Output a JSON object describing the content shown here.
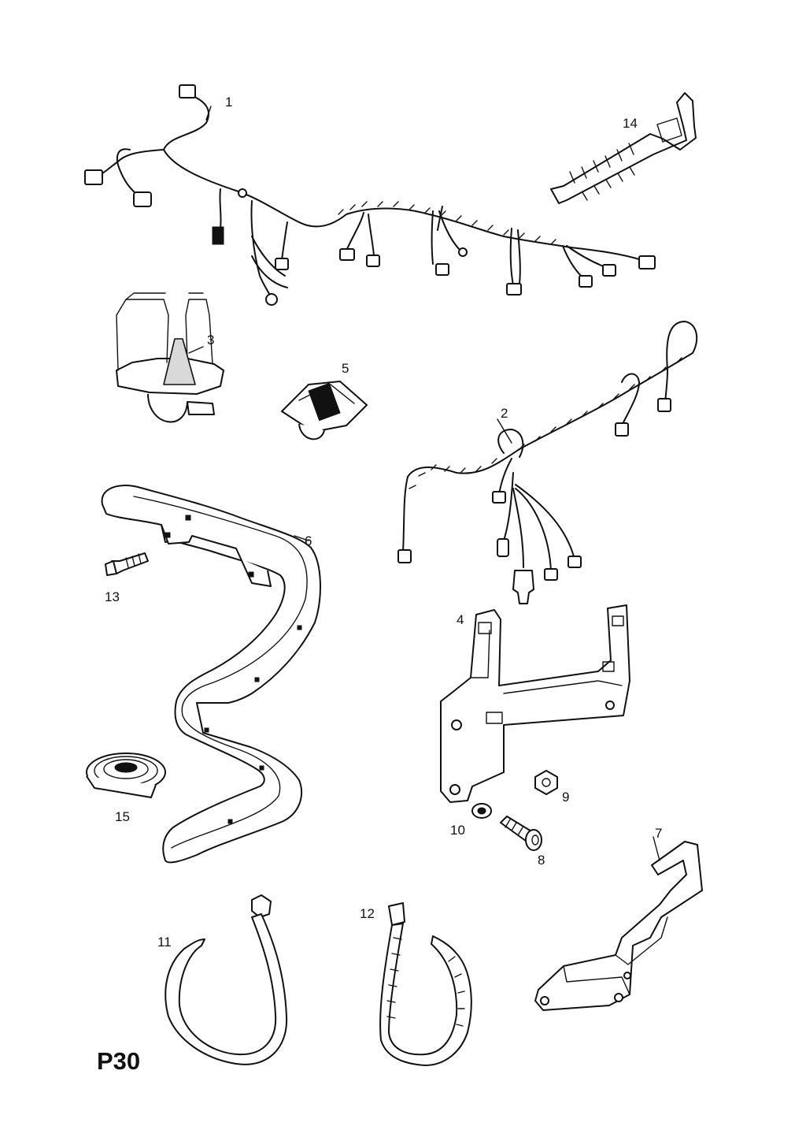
{
  "page_code": "P30",
  "callouts": {
    "p1": "1",
    "p2": "2",
    "p3": "3",
    "p4": "4",
    "p5": "5",
    "p6": "6",
    "p7": "7",
    "p8": "8",
    "p9": "9",
    "p10": "10",
    "p11": "11",
    "p12": "12",
    "p13": "13",
    "p14": "14",
    "p15": "15"
  }
}
